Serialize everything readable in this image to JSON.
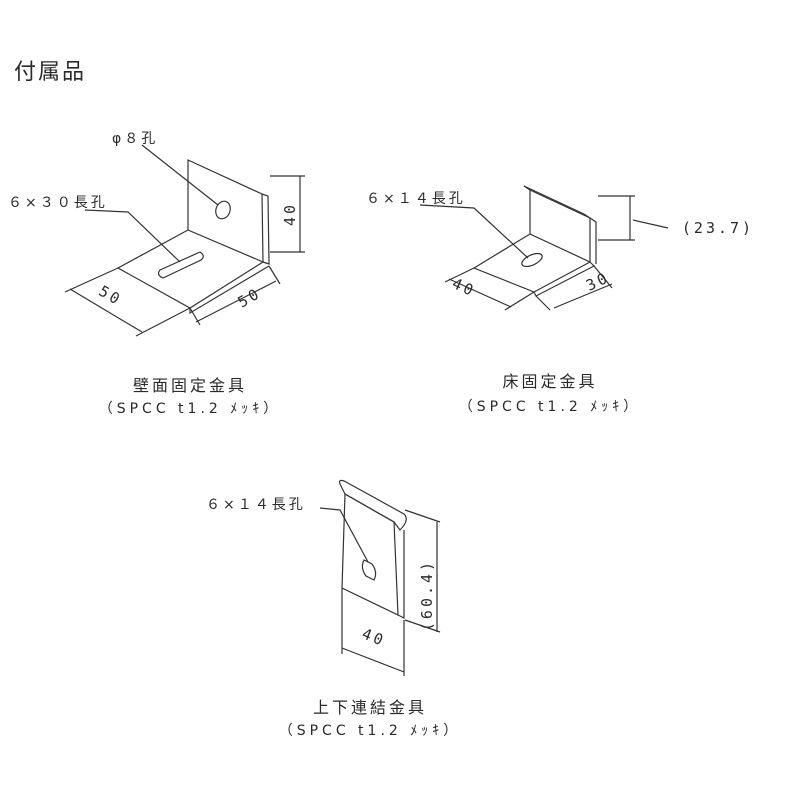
{
  "title": "付属品",
  "wall_bracket": {
    "hole_label": "φ８孔",
    "slot_label": "６×３０長孔",
    "height_dim": "40",
    "width_dim_left": "50",
    "width_dim_right": "50",
    "name": "壁面固定金具",
    "spec": "（SPCC t1.2 ﾒｯｷ）"
  },
  "floor_bracket": {
    "slot_label": "６×１４長孔",
    "height_dim": "(23.7)",
    "width_dim": "40",
    "depth_dim": "30",
    "name": "床固定金具",
    "spec": "（SPCC t1.2 ﾒｯｷ）"
  },
  "joint_bracket": {
    "slot_label": "６×１４長孔",
    "height_dim": "(60.4)",
    "width_dim": "40",
    "name": "上下連結金具",
    "spec": "（SPCC t1.2 ﾒｯｷ）"
  }
}
